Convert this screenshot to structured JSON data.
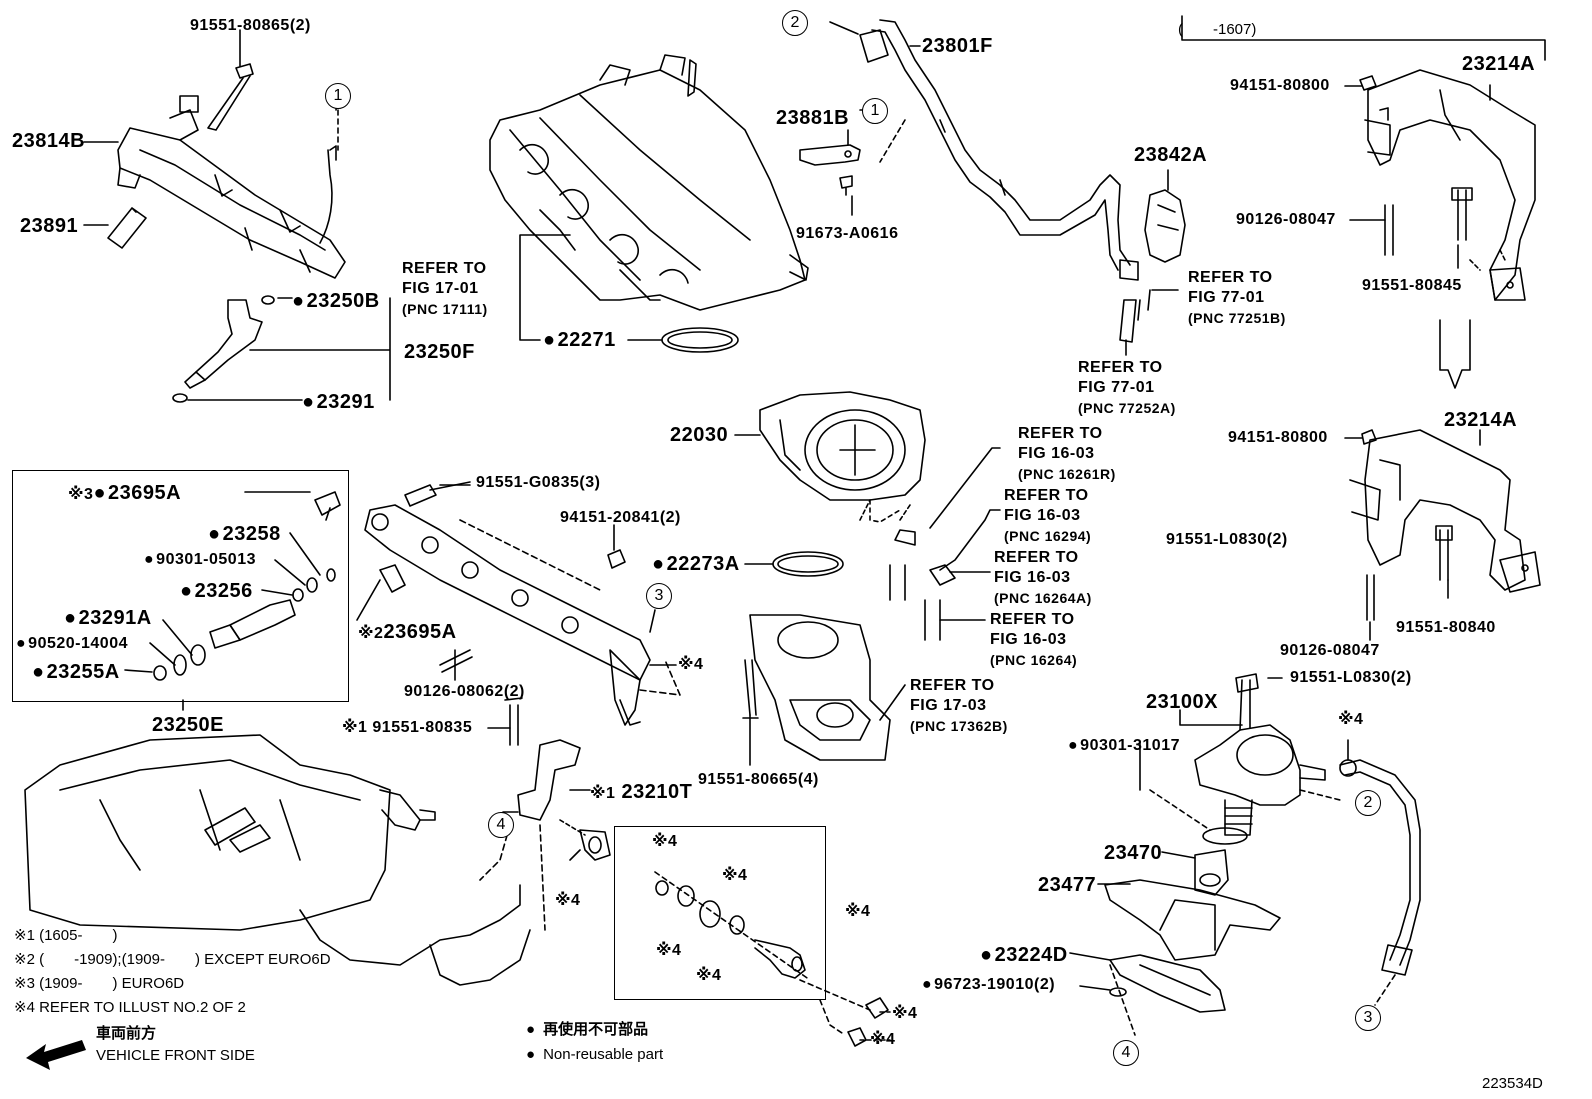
{
  "diagram_id": "223534D",
  "parts": {
    "p91551_80865": "91551-80865(2)",
    "p23814B": "23814B",
    "p23891": "23891",
    "p23250B": "23250B",
    "p23250F": "23250F",
    "p23291": "23291",
    "p22271": "22271",
    "p23801F": "23801F",
    "p23881B": "23881B",
    "p91673": "91673-A0616",
    "p23842A": "23842A",
    "p22030": "22030",
    "p91551_G0835": "91551-G0835(3)",
    "p94151_20841": "94151-20841(2)",
    "p22273A": "22273A",
    "p90126_08062": "90126-08062(2)",
    "p91551_80835": "91551-80835",
    "p23210T": "23210T",
    "p91551_80665": "91551-80665(4)",
    "p23214A_top": "23214A",
    "p94151_80800_top": "94151-80800",
    "p90126_08047_top": "90126-08047",
    "p91551_80845": "91551-80845",
    "p23214A_bot": "23214A",
    "p94151_80800_bot": "94151-80800",
    "p91551_L0830_a": "91551-L0830(2)",
    "p91551_80840": "91551-80840",
    "p90126_08047_bot": "90126-08047",
    "p91551_L0830_b": "91551-L0830(2)",
    "p23100X": "23100X",
    "p90301_31017": "90301-31017",
    "p23470": "23470",
    "p23477": "23477",
    "p23224D": "23224D",
    "p96723": "96723-19010(2)",
    "p23695A_a": "23695A",
    "p23258": "23258",
    "p90301_05013": "90301-05013",
    "p23256": "23256",
    "p23291A": "23291A",
    "p90520": "90520-14004",
    "p23255A": "23255A",
    "p23695A_b": "23695A",
    "p23250E": "23250E"
  },
  "marks": {
    "m1": "※1",
    "m2": "※2",
    "m3": "※3",
    "m4": "※4"
  },
  "refs": {
    "r1701_a": "REFER TO",
    "r1701_b": "FIG 17-01",
    "r1701_c": "(PNC 17111)",
    "r7701a_a": "REFER TO",
    "r7701a_b": "FIG 77-01",
    "r7701a_c": "(PNC 77251B)",
    "r7701b_a": "REFER TO",
    "r7701b_b": "FIG 77-01",
    "r7701b_c": "(PNC 77252A)",
    "r1603a_a": "REFER TO",
    "r1603a_b": "FIG 16-03",
    "r1603a_c": "(PNC 16261R)",
    "r1603b_a": "REFER TO",
    "r1603b_b": "FIG 16-03",
    "r1603b_c": "(PNC 16294)",
    "r1603c_a": "REFER TO",
    "r1603c_b": "FIG 16-03",
    "r1603c_c": "(PNC 16264A)",
    "r1603d_a": "REFER TO",
    "r1603d_b": "FIG 16-03",
    "r1603d_c": "(PNC 16264)",
    "r1703_a": "REFER TO",
    "r1703_b": "FIG 17-03",
    "r1703_c": "(PNC 17362B)"
  },
  "callouts": {
    "c1": "1",
    "c2": "2",
    "c3": "3",
    "c4": "4"
  },
  "date_range": "(　　-1607)",
  "notes": {
    "n1": "※1 (1605-　　)",
    "n2": "※2 (　　-1909);(1909-　　) EXCEPT EURO6D",
    "n3": "※3 (1909-　　) EURO6D",
    "n4": "※4 REFER TO ILLUST NO.2 OF 2"
  },
  "legend": {
    "front_jp": "車両前方",
    "front_en": "VEHICLE FRONT SIDE",
    "nonreuse_jp": "再使用不可部品",
    "nonreuse_en": "Non-reusable part"
  }
}
